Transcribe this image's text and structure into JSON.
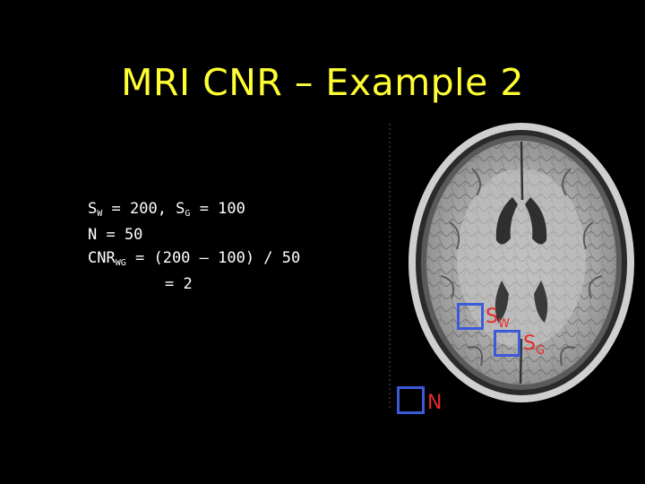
{
  "title": "MRI CNR – Example 2",
  "equations": {
    "sw_label": "S",
    "sw_sub": "W",
    "sw_value": " = 200, ",
    "sg_label": "S",
    "sg_sub": "G",
    "sg_value": " = 100",
    "n_line": "N = 50",
    "cnr_label": "CNR",
    "cnr_sub": "WG",
    "cnr_value": " = (200 – 100) / 50",
    "result": "= 2"
  },
  "image_labels": {
    "sw_label": "S",
    "sw_sub": "W",
    "sg_label": "S",
    "sg_sub": "G",
    "n_label": "N"
  },
  "colors": {
    "background": "#000000",
    "title": "#ffff33",
    "text": "#ffffff",
    "roi_box": "#3d5bd9",
    "roi_label": "#e82a2a"
  }
}
